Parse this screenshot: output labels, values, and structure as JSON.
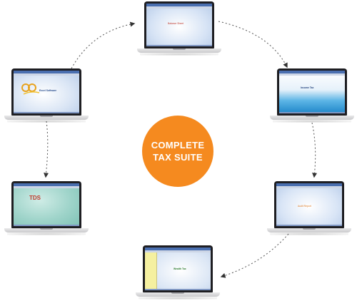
{
  "center": {
    "line1": "COMPLETE",
    "line2": "TAX SUITE"
  },
  "colors": {
    "accent": "#f58a1f",
    "connector": "#555555"
  },
  "laptops": [
    {
      "id": "top",
      "screen_text": "Balance Sheet"
    },
    {
      "id": "right-top",
      "screen_text": "Income Tax"
    },
    {
      "id": "right-bottom",
      "screen_text": "Audit Report"
    },
    {
      "id": "bottom",
      "screen_text": "Wealth Tax"
    },
    {
      "id": "left-bottom",
      "screen_text": "TDS"
    },
    {
      "id": "left-top",
      "screen_text": "Excel Software"
    }
  ]
}
